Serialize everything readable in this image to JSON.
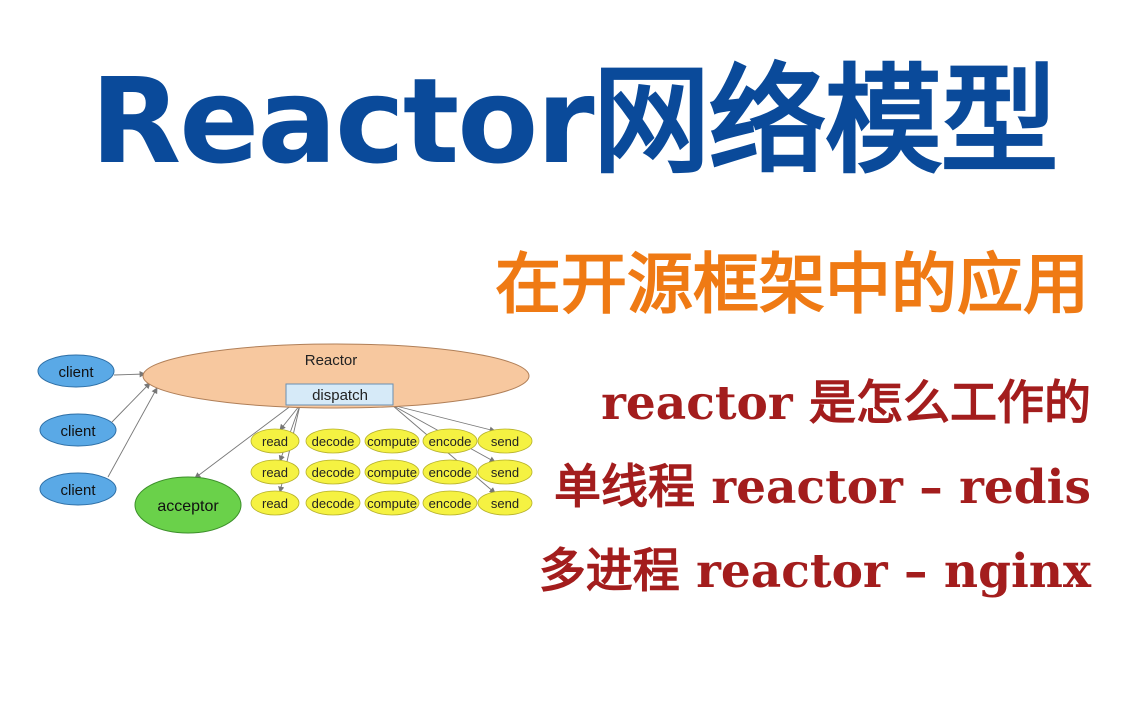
{
  "title": "Reactor网络模型",
  "subtitle": "在开源框架中的应用",
  "bullets": [
    "reactor 是怎么工作的",
    "单线程 reactor – redis",
    "多进程 reactor – nginx"
  ],
  "diagram": {
    "reactor_label": "Reactor",
    "dispatch_label": "dispatch",
    "acceptor_label": "acceptor",
    "clients": [
      "client",
      "client",
      "client"
    ],
    "handler_rows": [
      [
        "read",
        "decode",
        "compute",
        "encode",
        "send"
      ],
      [
        "read",
        "decode",
        "compute",
        "encode",
        "send"
      ],
      [
        "read",
        "decode",
        "compute",
        "encode",
        "send"
      ]
    ],
    "colors": {
      "reactor_fill": "#f7c89f",
      "dispatch_fill": "#d6eaf8",
      "client_fill": "#5aa9e6",
      "acceptor_fill": "#6ad14a",
      "handler_fill": "#f5f242",
      "title": "#0a4a9a",
      "subtitle": "#ef7a14",
      "bullet": "#a31d1d"
    }
  }
}
